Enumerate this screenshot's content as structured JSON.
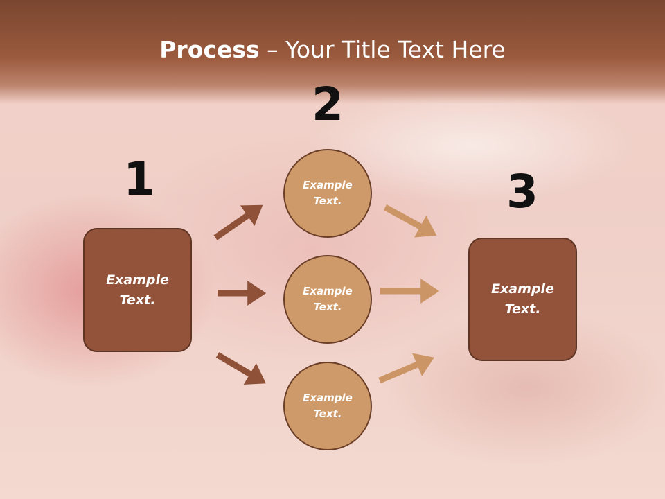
{
  "title": {
    "bold": "Process",
    "rest": " – Your Title Text Here"
  },
  "numbers": [
    "1",
    "2",
    "3"
  ],
  "box_left": {
    "line1": "Example",
    "line2": "Text."
  },
  "box_right": {
    "line1": "Example",
    "line2": "Text."
  },
  "circles": [
    {
      "line1": "Example",
      "line2": "Text."
    },
    {
      "line1": "Example",
      "line2": "Text."
    },
    {
      "line1": "Example",
      "line2": "Text."
    }
  ],
  "colors": {
    "header": "#8c4f35",
    "box": "#93523a",
    "circle": "#cf9a69",
    "arrow_dark": "#8f5238",
    "arrow_light": "#cc9565"
  }
}
